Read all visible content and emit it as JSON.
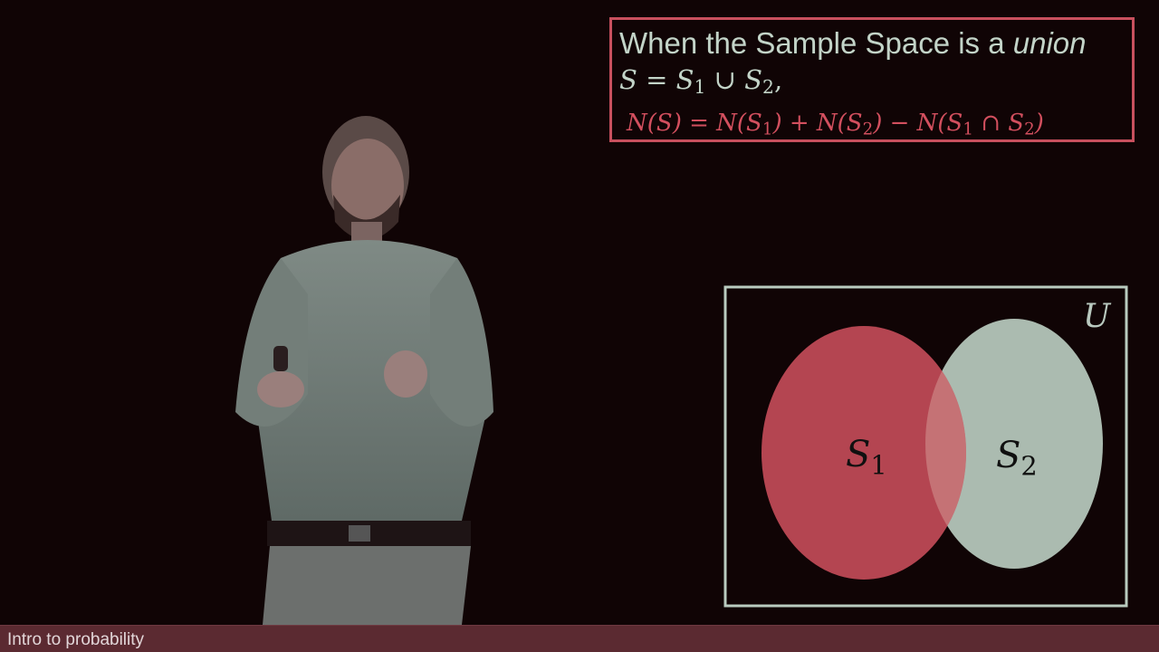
{
  "formula": {
    "title_prefix": "When the Sample Space is a ",
    "title_emphasis": "union",
    "line2_S": "S",
    "line2_eq": " = ",
    "line2_S1": "S",
    "line2_S1_sub": "1",
    "line2_cup": " ∪ ",
    "line2_S2": "S",
    "line2_S2_sub": "2",
    "line2_end": ",",
    "line3_a": "N(S) = N(S",
    "line3_sub1": "1",
    "line3_b": ") + N(S",
    "line3_sub2": "2",
    "line3_c": ") − N(S",
    "line3_sub3": "1",
    "line3_d": " ∩ S",
    "line3_sub4": "2",
    "line3_e": ")"
  },
  "venn": {
    "universe_label": "U",
    "set1_label": "S",
    "set1_sub": "1",
    "set2_label": "S",
    "set2_sub": "2",
    "set1_color": "#c24b58",
    "set2_color": "#b9cbbf",
    "border_color": "#b9cbbf"
  },
  "caption": {
    "text": "Intro to probability"
  }
}
